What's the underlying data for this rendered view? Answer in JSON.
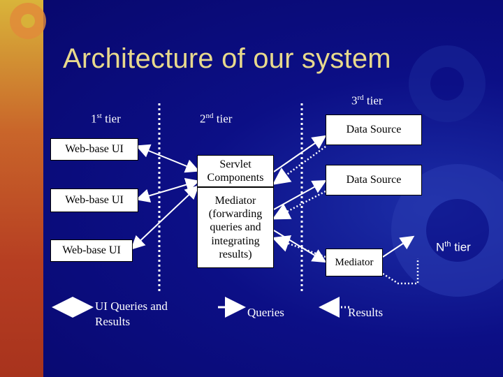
{
  "title": "Architecture of our system",
  "tiers": {
    "first": {
      "base": "1",
      "sup": "st",
      "word": "tier"
    },
    "second": {
      "base": "2",
      "sup": "nd",
      "word": "tier"
    },
    "third": {
      "base": "3",
      "sup": "rd",
      "word": "tier"
    },
    "nth": {
      "base": "N",
      "sup": "th",
      "word": "tier"
    }
  },
  "boxes": {
    "web_ui_1": "Web-base UI",
    "web_ui_2": "Web-base UI",
    "web_ui_3": "Web-base UI",
    "servlet": "Servlet Components",
    "mediator_tier2": "Mediator (forwarding queries and integrating results)",
    "data_source_1": "Data Source",
    "data_source_2": "Data Source",
    "mediator_tier3": "Mediator",
    "ellipsis": "…"
  },
  "legend": {
    "ui_queries_results": "UI Queries and Results",
    "queries": "Queries",
    "results": "Results"
  },
  "colors": {
    "title": "#e8d98c",
    "background": "#0a0a78",
    "box_fill": "#ffffff",
    "accent_left": "#c9652a"
  }
}
